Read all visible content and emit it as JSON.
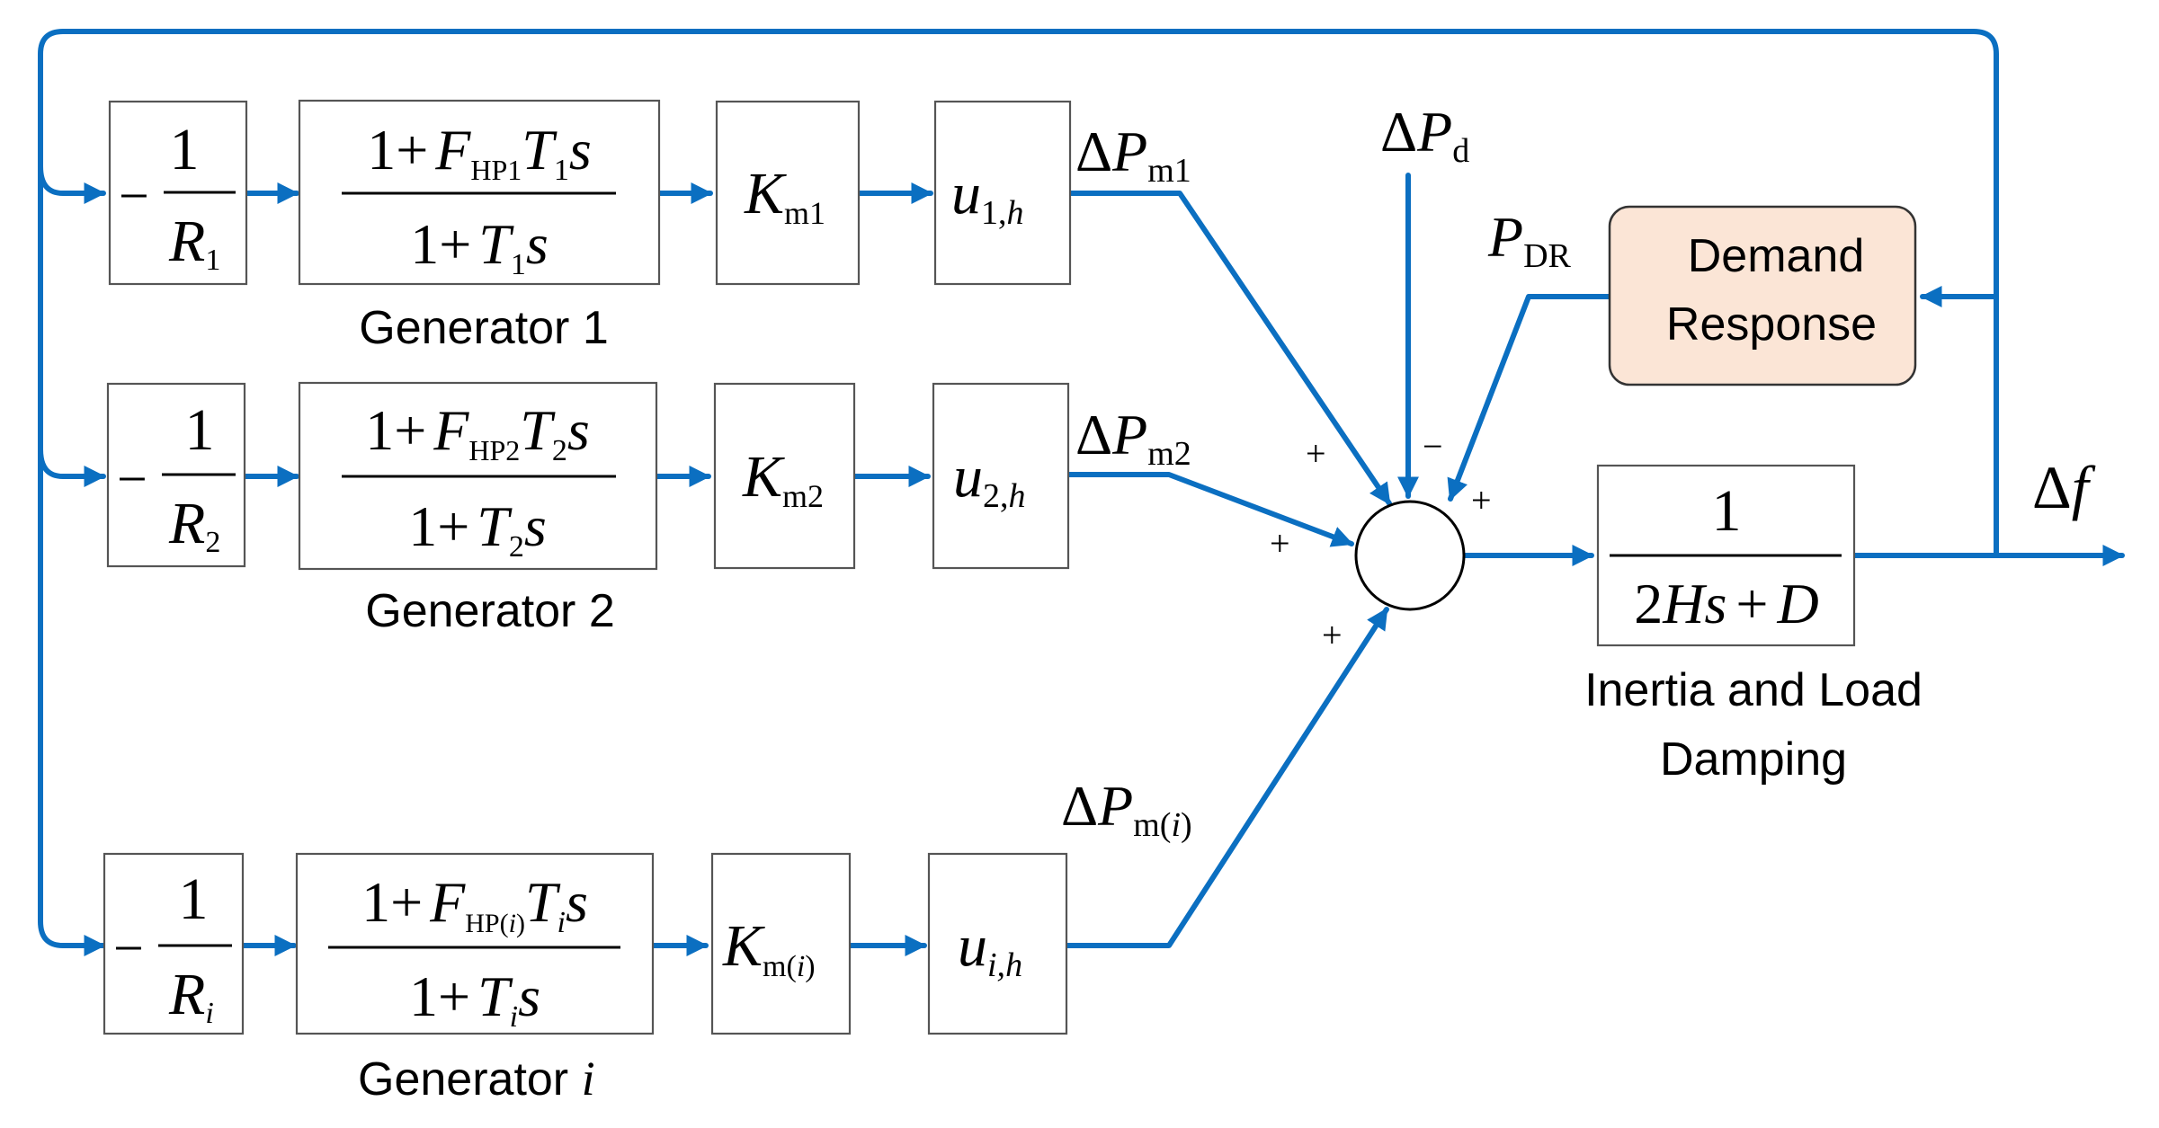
{
  "colors": {
    "wire": "#0b6fc1",
    "demand_fill": "#fbe5d6",
    "block_border": "#555555"
  },
  "generator_labels": {
    "g1": "Generator 1",
    "g2": "Generator 2",
    "gi_prefix": "Generator ",
    "gi_italic": "i"
  },
  "system_label": {
    "line1": "Inertia and Load",
    "line2": "Damping"
  },
  "demand_response": {
    "line1": "Demand",
    "line2": "Response"
  },
  "symbols": {
    "minus": "−",
    "plus": "+",
    "one": "1",
    "one_plus": "1+",
    "delta": "Δ",
    "R": "R",
    "F": "F",
    "T": "T",
    "s": "s",
    "K": "K",
    "u": "u",
    "P": "P",
    "f": "f",
    "H": "H",
    "D": "D",
    "two": "2",
    "sub1": "1",
    "sub2": "2",
    "subi": "i",
    "HP1": "HP1",
    "HP2": "HP2",
    "HPi_open": "HP(",
    "HPi_close": ")",
    "m1": "m1",
    "m2": "m2",
    "mi_open": "m(",
    "mi_close": ")",
    "h_1": "1,",
    "h_2": "2,",
    "h_i": "i,",
    "h": "h",
    "d": "d",
    "DR": "DR"
  },
  "signs": {
    "sum_m1": "+",
    "sum_m2": "+",
    "sum_mi": "+",
    "sum_pd": "−",
    "sum_dr": "+"
  }
}
